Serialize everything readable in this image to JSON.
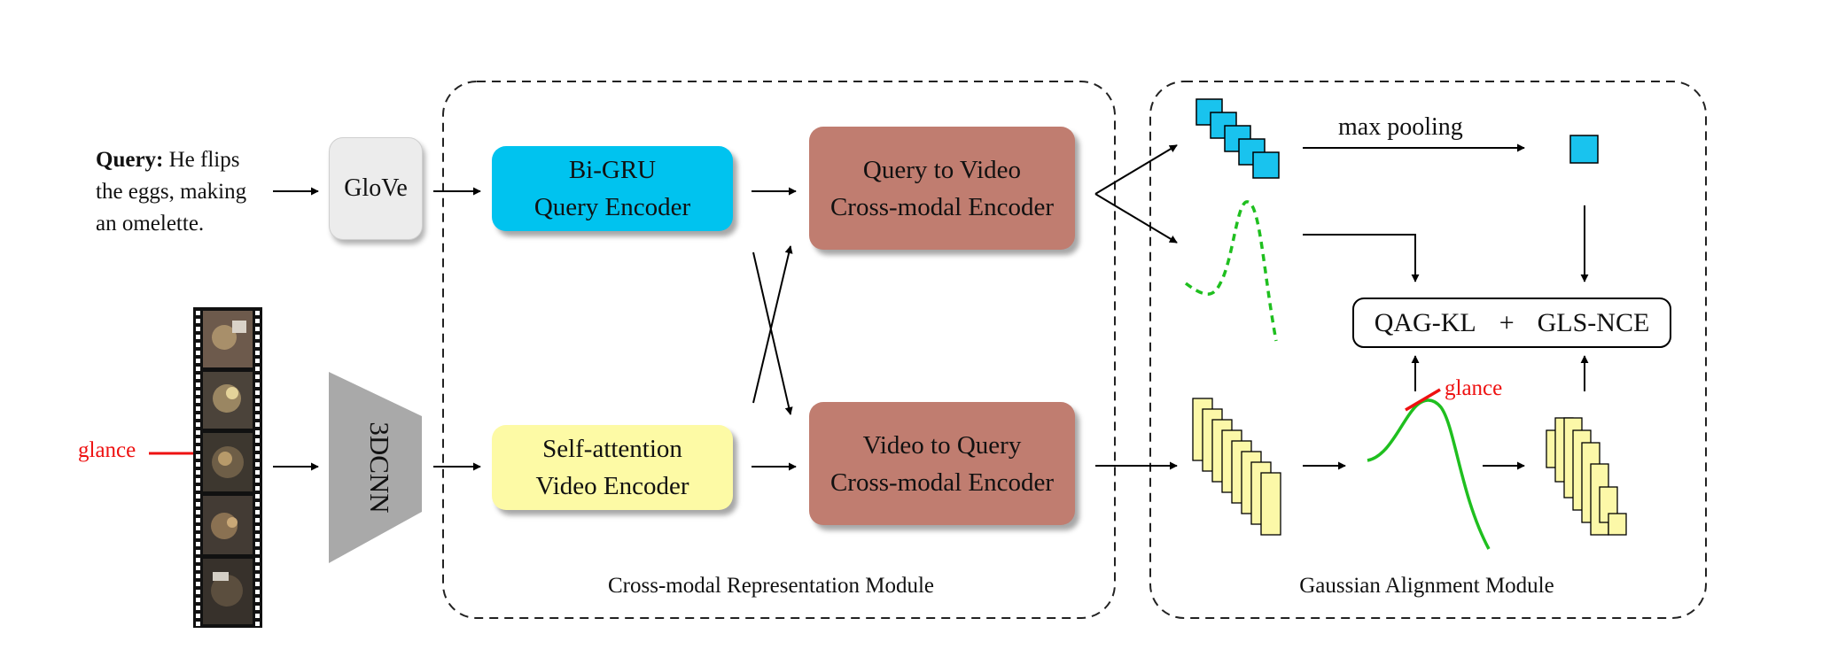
{
  "query": {
    "label": "Query:",
    "line1": "He flips",
    "line2": "the eggs, making",
    "line3": "an omelette."
  },
  "glove": {
    "label": "GloVe"
  },
  "cnn3d": {
    "label": "3DCNN"
  },
  "glance_left": {
    "label": "glance"
  },
  "glance_right": {
    "label": "glance"
  },
  "bigru": {
    "line1": "Bi-GRU",
    "line2": "Query Encoder"
  },
  "selfatt": {
    "line1": "Self-attention",
    "line2": "Video Encoder"
  },
  "q2v": {
    "line1": "Query to Video",
    "line2": "Cross-modal Encoder"
  },
  "v2q": {
    "line1": "Video to Query",
    "line2": "Cross-modal Encoder"
  },
  "modules": {
    "cross_modal": "Cross-modal Representation Module",
    "gaussian": "Gaussian Alignment Module"
  },
  "max_pooling": {
    "label": "max pooling"
  },
  "loss": {
    "part1": "QAG-KL",
    "plus": "+",
    "part2": "GLS-NCE"
  },
  "colors": {
    "bigru": "#00c3ef",
    "selfatt": "#fdfaa5",
    "cross_encoder": "#c07d70",
    "glove": "#ececec",
    "cnn3d": "#a9a9a9",
    "feature_yellow": "#fcf8a8",
    "feature_cyan": "#19c3ee",
    "gaussian_green": "#1fbf1f",
    "glance_red": "#ee1111"
  }
}
